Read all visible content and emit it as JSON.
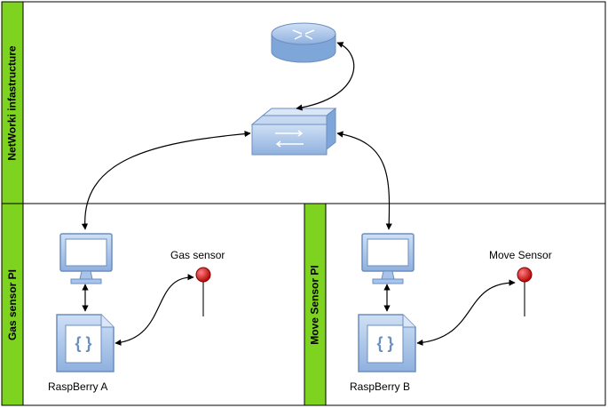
{
  "lanes": {
    "network": "NetWorki infastructure",
    "gas": "Gas sensor PI",
    "move": "Move Sensor PI"
  },
  "labels": {
    "gas_sensor": "Gas sensor",
    "move_sensor": "Move Sensor",
    "raspberry_a": "RaspBerry A",
    "raspberry_b": "RaspBerry B"
  },
  "colors": {
    "lane_header": "#7ed321",
    "device_fill": "#a9c4eb",
    "device_stroke": "#6c8ebf",
    "sensor_head": "#cc0000"
  }
}
